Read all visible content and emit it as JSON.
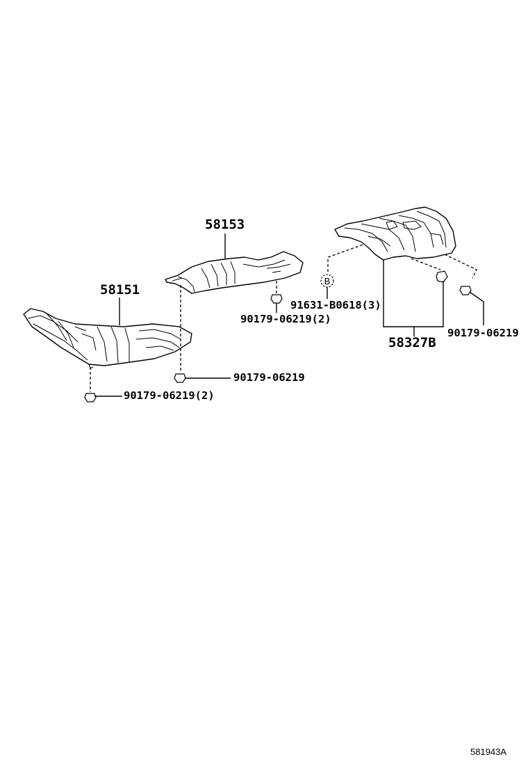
{
  "parts": {
    "insulator_front": "58151",
    "insulator_center": "58153",
    "insulator_rear": "58327B"
  },
  "fasteners": {
    "nut_front_bottom": "90179-06219(2)",
    "nut_front_mid": "90179-06219",
    "nut_center": "90179-06219(2)",
    "clip_rear": "91631-B0618(3)",
    "nut_rear_right": "90179-06219"
  },
  "callout_ref": "B",
  "diagram_code": "581943A"
}
